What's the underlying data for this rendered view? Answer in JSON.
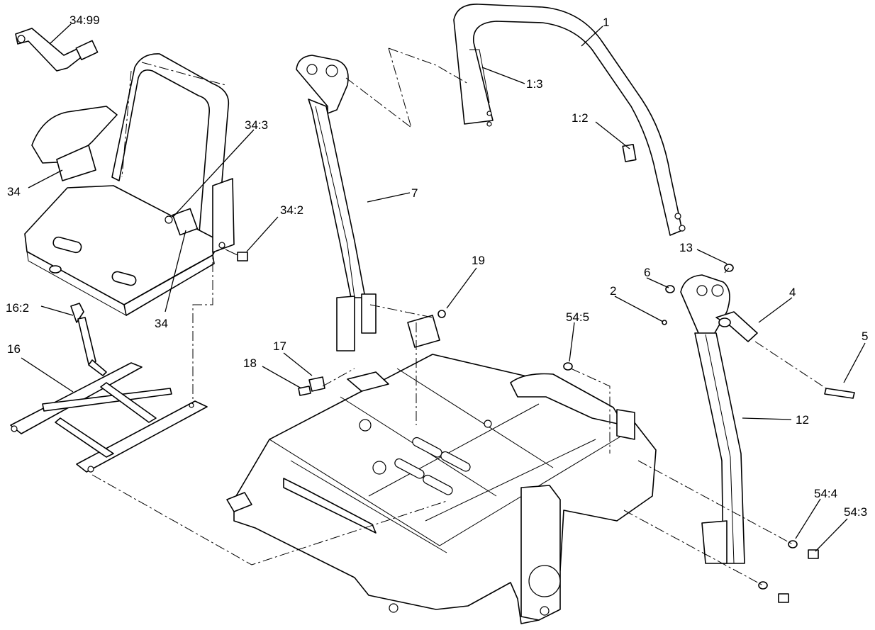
{
  "callouts": {
    "c_34_99": "34:99",
    "c_1": "1",
    "c_1_3": "1:3",
    "c_1_2": "1:2",
    "c_34_3": "34:3",
    "c_34_left": "34",
    "c_7": "7",
    "c_34_2": "34:2",
    "c_34_bottom": "34",
    "c_19": "19",
    "c_13": "13",
    "c_6": "6",
    "c_2": "2",
    "c_4": "4",
    "c_16_2": "16:2",
    "c_54_5": "54:5",
    "c_17": "17",
    "c_16": "16",
    "c_18": "18",
    "c_5": "5",
    "c_12": "12",
    "c_54_4": "54:4",
    "c_54_3": "54:3"
  }
}
